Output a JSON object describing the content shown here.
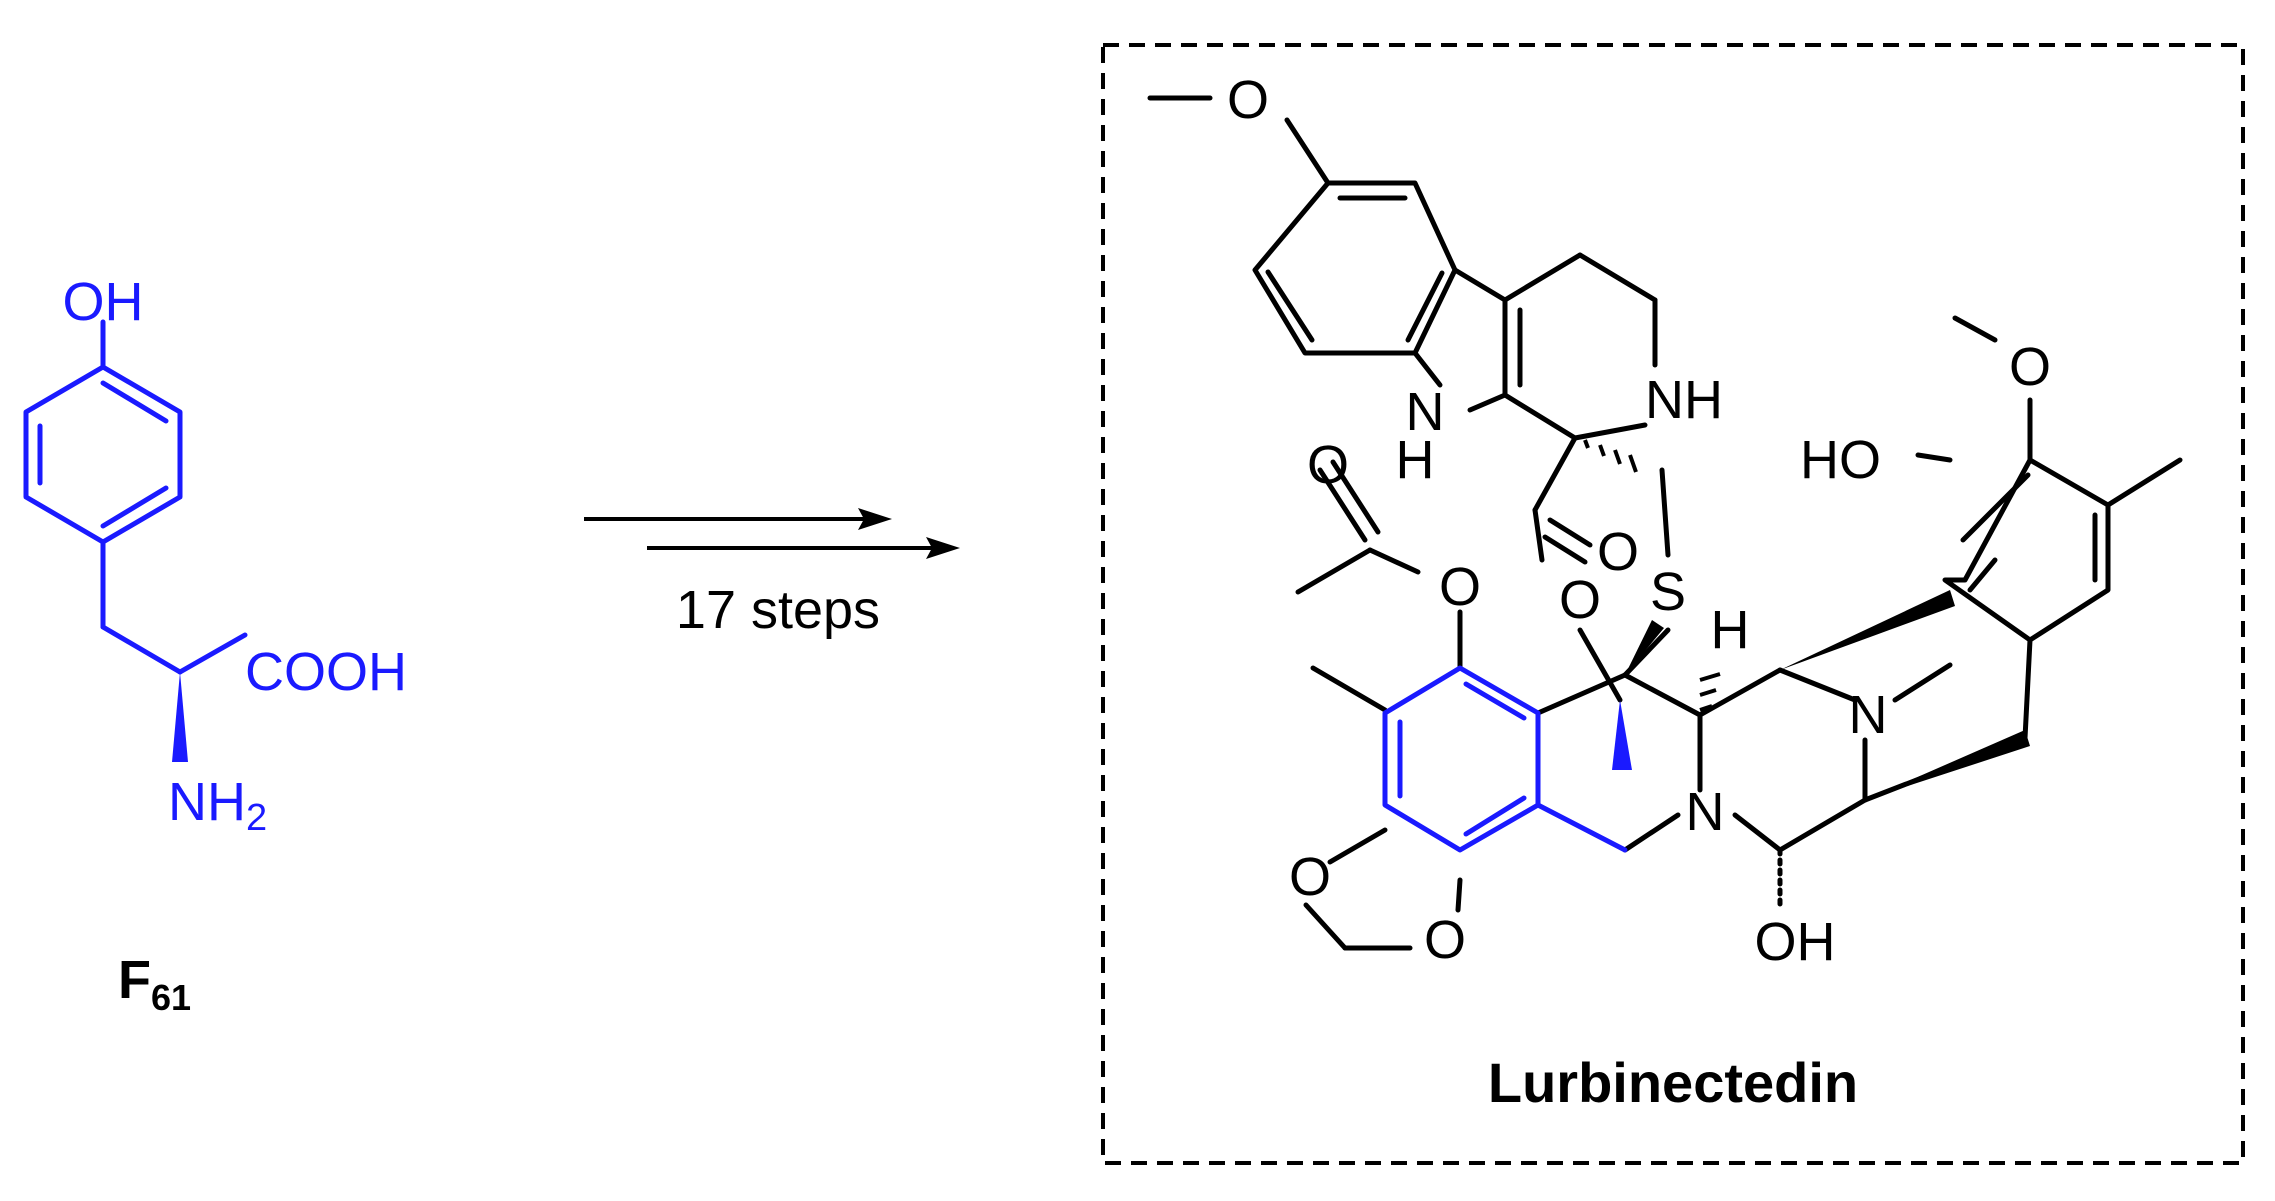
{
  "colors": {
    "highlight": "#1a1aff",
    "ink": "#000000",
    "box": "#000000"
  },
  "reactant": {
    "label": "F",
    "label_sub": "61",
    "atoms": {
      "oh": "OH",
      "cooh": "COOH",
      "nh": "NH",
      "nh_sub": "2"
    }
  },
  "reaction": {
    "steps_label": "17 steps"
  },
  "product": {
    "name": "Lurbinectedin",
    "atoms": {
      "o_methoxy_top": "O",
      "nh_indole_n": "N",
      "nh_indole_h": "H",
      "nh_ring": "NH",
      "o_carbonyl_left": "O",
      "o_carbonyl_mid": "O",
      "s": "S",
      "h_stereo": "H",
      "o_methoxy_right": "O",
      "ho": "HO",
      "o_ester": "O",
      "o_lactone": "O",
      "n_methyl": "N",
      "n_ring": "N",
      "o_diox_top": "O",
      "o_diox_bottom": "O",
      "oh_bottom": "OH"
    }
  }
}
